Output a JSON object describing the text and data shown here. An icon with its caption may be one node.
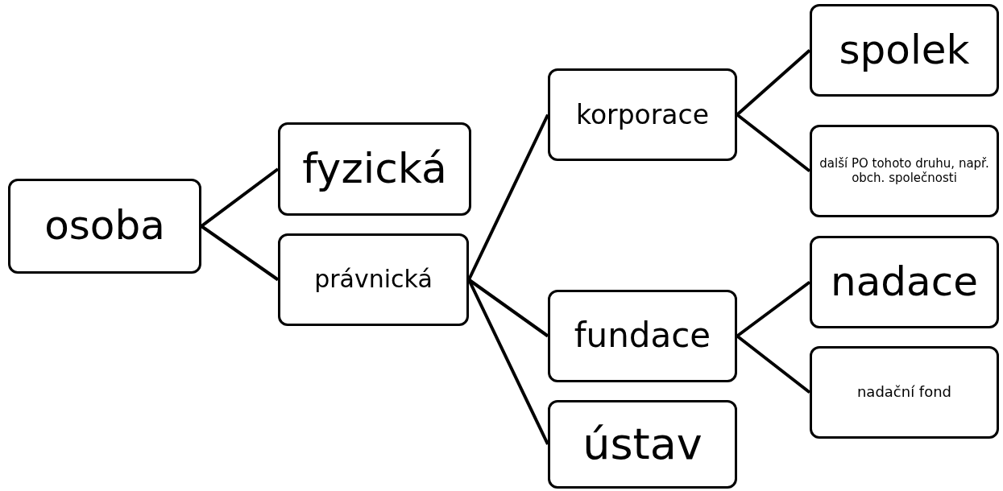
{
  "diagram": {
    "nodes": [
      {
        "text": [
          "osoba"
        ]
      },
      {
        "text": [
          "fyzická"
        ]
      },
      {
        "text": [
          "právnická"
        ]
      },
      {
        "text": [
          "korporace"
        ]
      },
      {
        "text": [
          "fundace"
        ]
      },
      {
        "text": [
          "ústav"
        ]
      },
      {
        "text": [
          "spolek"
        ]
      },
      {
        "text": [
          "další PO tohoto druhu, např. obch. společnosti"
        ]
      },
      {
        "text": [
          "nadace"
        ]
      },
      {
        "text": [
          "nadační fond"
        ]
      }
    ],
    "edges": [
      {
        "from": 0,
        "to": 1,
        "arrow": "none"
      },
      {
        "from": 0,
        "to": 2,
        "arrow": "none"
      },
      {
        "from": 2,
        "to": 3,
        "arrow": "none"
      },
      {
        "from": 2,
        "to": 4,
        "arrow": "none"
      },
      {
        "from": 2,
        "to": 5,
        "arrow": "none"
      },
      {
        "from": 3,
        "to": 6,
        "arrow": "none"
      },
      {
        "from": 3,
        "to": 7,
        "arrow": "none"
      },
      {
        "from": 4,
        "to": 8,
        "arrow": "none"
      },
      {
        "from": 4,
        "to": 9,
        "arrow": "none"
      }
    ]
  }
}
